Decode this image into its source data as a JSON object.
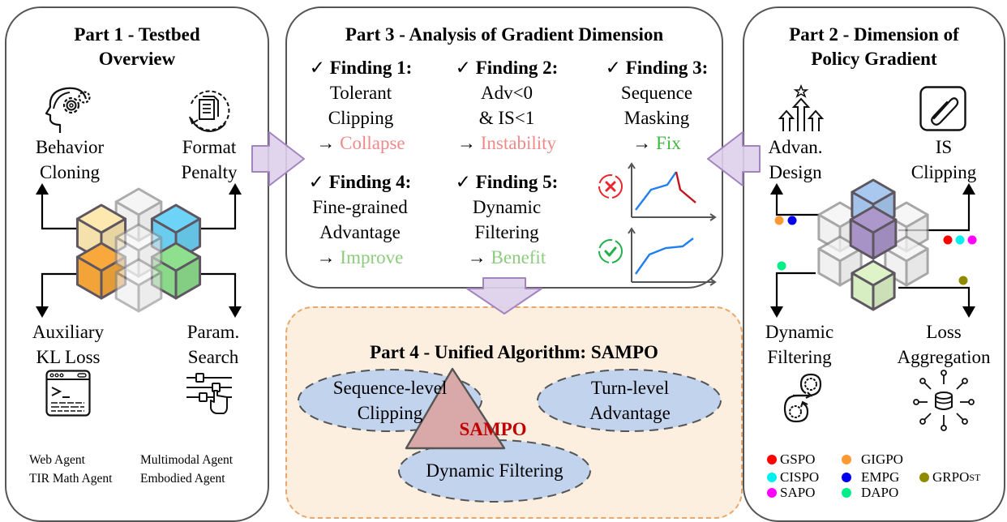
{
  "part1": {
    "title_line1": "Part 1 - Testbed",
    "title_line2": "Overview",
    "items": [
      {
        "line1": "Behavior",
        "line2": "Cloning",
        "icon": "head-gear-icon"
      },
      {
        "line1": "Format",
        "line2": "Penalty",
        "icon": "document-cycle-icon"
      },
      {
        "line1": "Auxiliary",
        "line2": "KL Loss",
        "icon": "terminal-window-icon"
      },
      {
        "line1": "Param.",
        "line2": "Search",
        "icon": "sliders-hand-icon"
      }
    ],
    "agents": [
      "Web Agent",
      "TIR Math Agent",
      "Multimodal Agent",
      "Embodied Agent"
    ],
    "cube_colors": {
      "yellow": "#fde8b0",
      "blue": "#6dd3f7",
      "orange": "#f9a93b",
      "green": "#8ee08e"
    }
  },
  "part3": {
    "title": "Part 3 - Analysis of Gradient Dimension",
    "check": "✓",
    "arrow": "→",
    "findings": [
      {
        "head": "Finding 1:",
        "line1": "Tolerant",
        "line2": "Clipping",
        "result": "Collapse",
        "tone": "bad"
      },
      {
        "head": "Finding 2:",
        "line1": "Adv<0",
        "line2": "& IS<1",
        "result": "Instability",
        "tone": "bad"
      },
      {
        "head": "Finding 3:",
        "line1": "Sequence",
        "line2": "Masking",
        "result": "Fix",
        "tone": "fix"
      },
      {
        "head": "Finding 4:",
        "line1": "Fine-grained",
        "line2": "Advantage",
        "result": "Improve",
        "tone": "good"
      },
      {
        "head": "Finding 5:",
        "line1": "Dynamic",
        "line2": "Filtering",
        "result": "Benefit",
        "tone": "good"
      }
    ],
    "mini_charts": [
      {
        "status": "fail",
        "icon": "x-circle-icon",
        "color": "#e8262b"
      },
      {
        "status": "success",
        "icon": "check-circle-icon",
        "color": "#22b04a"
      }
    ]
  },
  "part2": {
    "title_line1": "Part 2 - Dimension of",
    "title_line2": "Policy Gradient",
    "items": [
      {
        "line1": "Advan.",
        "line2": "Design",
        "icon": "arrows-up-star-icon"
      },
      {
        "line1": "IS",
        "line2": "Clipping",
        "icon": "paperclip-icon"
      },
      {
        "line1": "Dynamic",
        "line2": "Filtering",
        "icon": "infinity-gears-icon"
      },
      {
        "line1": "Loss",
        "line2": "Aggregation",
        "icon": "database-aggregate-icon"
      }
    ],
    "legend": [
      {
        "name": "GSPO",
        "sub": "",
        "color": "#ff0000"
      },
      {
        "name": "CISPO",
        "sub": "",
        "color": "#00f0f0"
      },
      {
        "name": "SAPO",
        "sub": "",
        "color": "#ff00ff"
      },
      {
        "name": "GIGPO",
        "sub": "",
        "color": "#ff9933"
      },
      {
        "name": "EMPG",
        "sub": "",
        "color": "#0000ee"
      },
      {
        "name": "DAPO",
        "sub": "",
        "color": "#00ee88"
      },
      {
        "name": "GRPO",
        "sub": "ST",
        "color": "#8f8a00"
      }
    ],
    "cube_colors": {
      "blue": "#a8c8f0",
      "purple": "#ad98cc",
      "green": "#def4c8"
    }
  },
  "part4": {
    "title": "Part 4 - Unified Algorithm: SAMPO",
    "center": "SAMPO",
    "components": [
      {
        "line1": "Sequence-level",
        "line2": "Clipping"
      },
      {
        "line1": "Turn-level",
        "line2": "Advantage"
      },
      {
        "line1": "Dynamic Filtering",
        "line2": ""
      }
    ]
  },
  "colors": {
    "flow_arrow_fill": "#ddd0ea",
    "flow_arrow_stroke": "#a583bf",
    "part4_bg": "#fcefdf",
    "part4_border": "#e8a86b",
    "ellipse_fill": "#c2d3ee",
    "triangle_fill": "#d9a9a9",
    "sampo_text": "#c00000"
  }
}
